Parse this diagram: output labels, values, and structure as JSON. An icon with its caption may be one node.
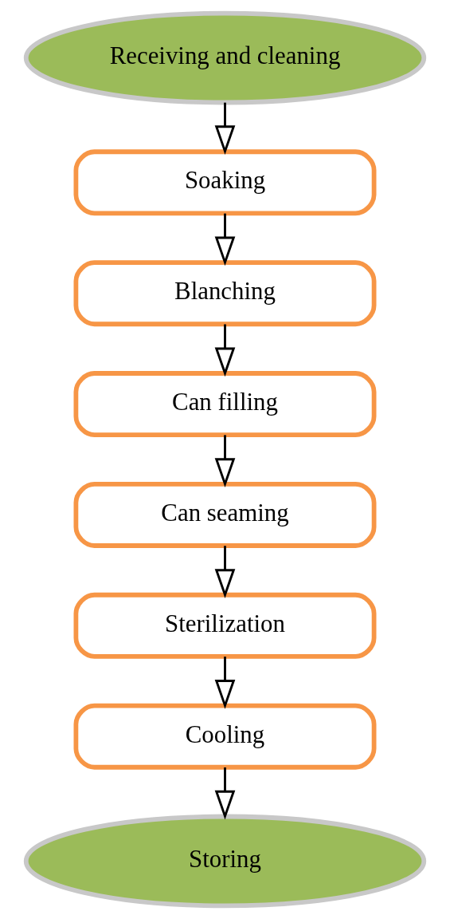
{
  "diagram": {
    "nodes": [
      {
        "text": [
          "Receiving and cleaning"
        ]
      },
      {
        "text": [
          "Soaking"
        ]
      },
      {
        "text": [
          "Blanching"
        ]
      },
      {
        "text": [
          "Can filling"
        ]
      },
      {
        "text": [
          "Can seaming"
        ]
      },
      {
        "text": [
          "Sterilization"
        ]
      },
      {
        "text": [
          "Cooling"
        ]
      },
      {
        "text": [
          "Storing"
        ]
      }
    ],
    "edges": [
      {
        "from": 0,
        "to": 1,
        "arrow": "to"
      },
      {
        "from": 1,
        "to": 2,
        "arrow": "to"
      },
      {
        "from": 2,
        "to": 3,
        "arrow": "to"
      },
      {
        "from": 3,
        "to": 4,
        "arrow": "to"
      },
      {
        "from": 4,
        "to": 5,
        "arrow": "to"
      },
      {
        "from": 5,
        "to": 6,
        "arrow": "to"
      },
      {
        "from": 6,
        "to": 7,
        "arrow": "to"
      }
    ]
  }
}
